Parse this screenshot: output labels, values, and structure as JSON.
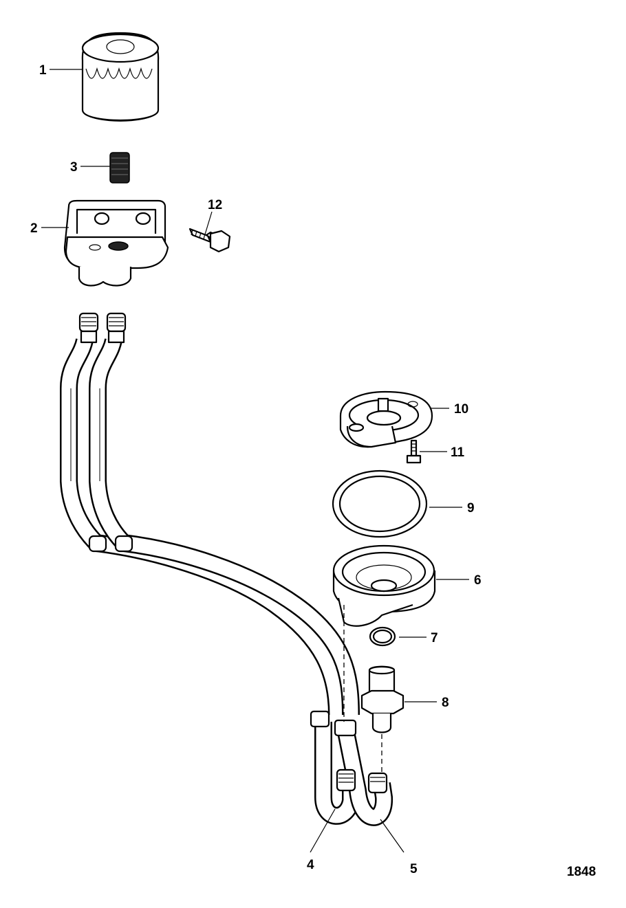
{
  "callouts": [
    "1",
    "2",
    "3",
    "4",
    "5",
    "6",
    "7",
    "8",
    "9",
    "10",
    "11",
    "12"
  ],
  "figure_number": "1848"
}
